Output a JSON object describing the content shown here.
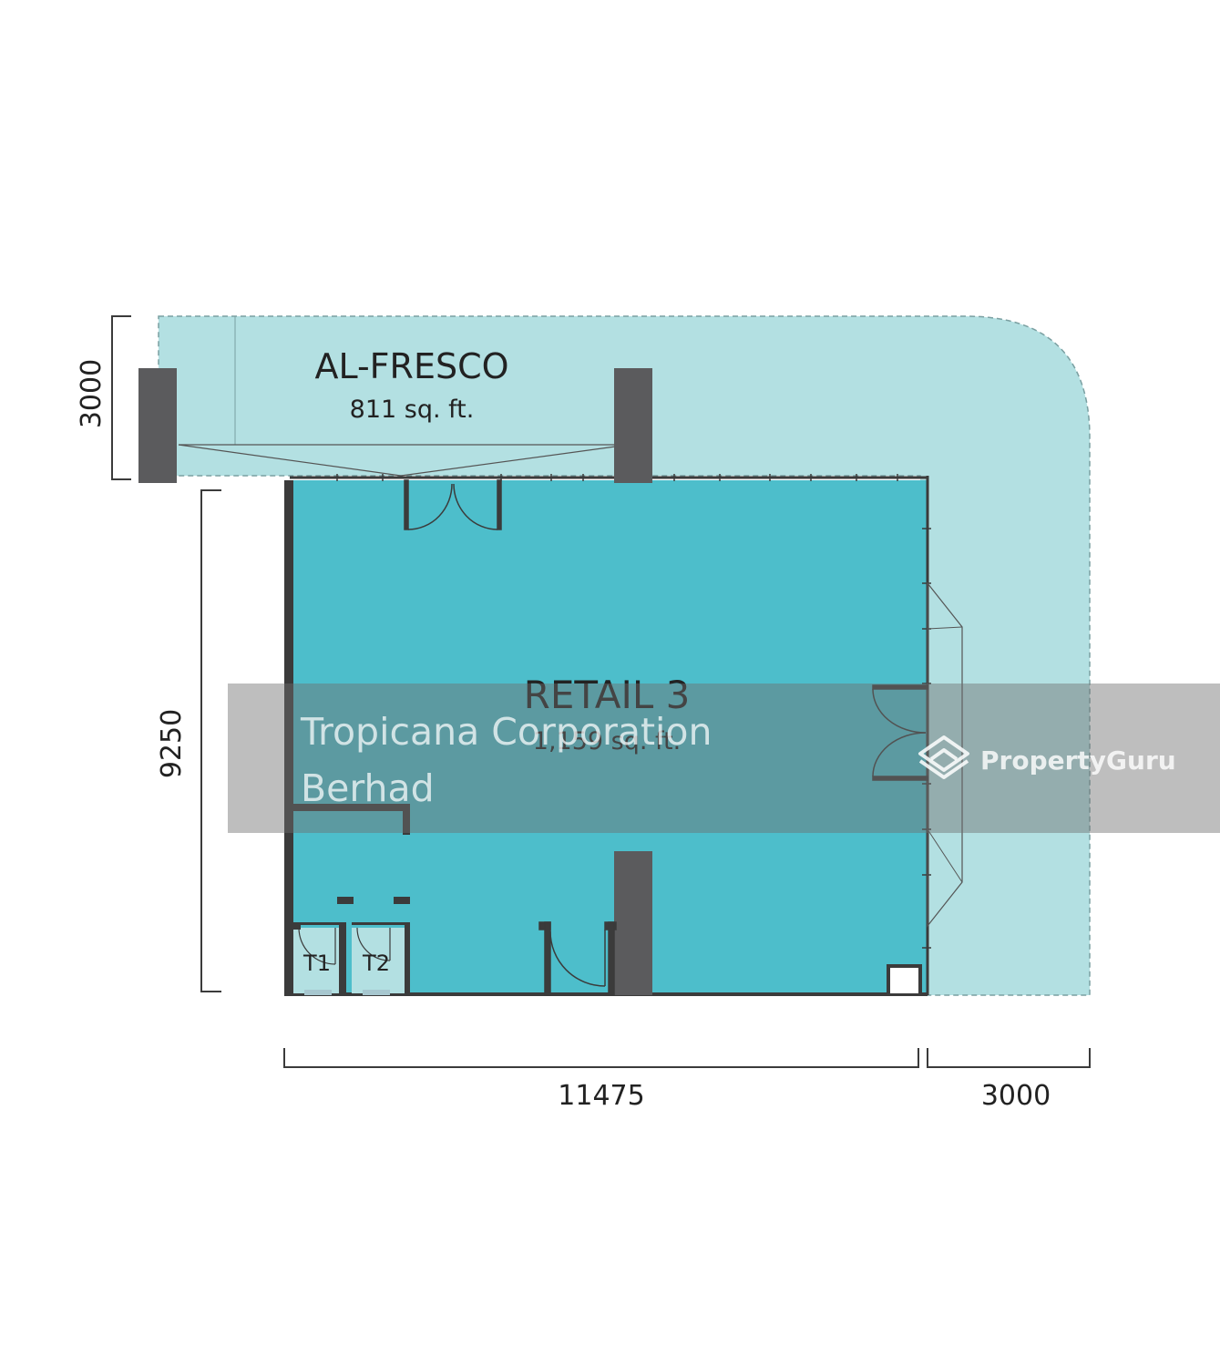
{
  "rooms": {
    "alfresco": {
      "name": "AL-FRESCO",
      "area": "811 sq. ft."
    },
    "retail": {
      "name": "RETAIL 3",
      "area": "1,159 sq. ft."
    },
    "toilet_1": "T1",
    "toilet_2": "T2"
  },
  "dimensions": {
    "alfresco_depth": "3000",
    "retail_depth": "9250",
    "retail_width": "11475",
    "corridor_width": "3000"
  },
  "watermark": {
    "owner_line_1": "Tropicana Corporation",
    "owner_line_2": "Berhad",
    "brand": "PropertyGuru"
  },
  "colors": {
    "retail_fill": "#4dbecb",
    "alfresco_fill": "#b3e0e2",
    "wall": "#5b5b5d",
    "line": "#3b3b3b"
  }
}
